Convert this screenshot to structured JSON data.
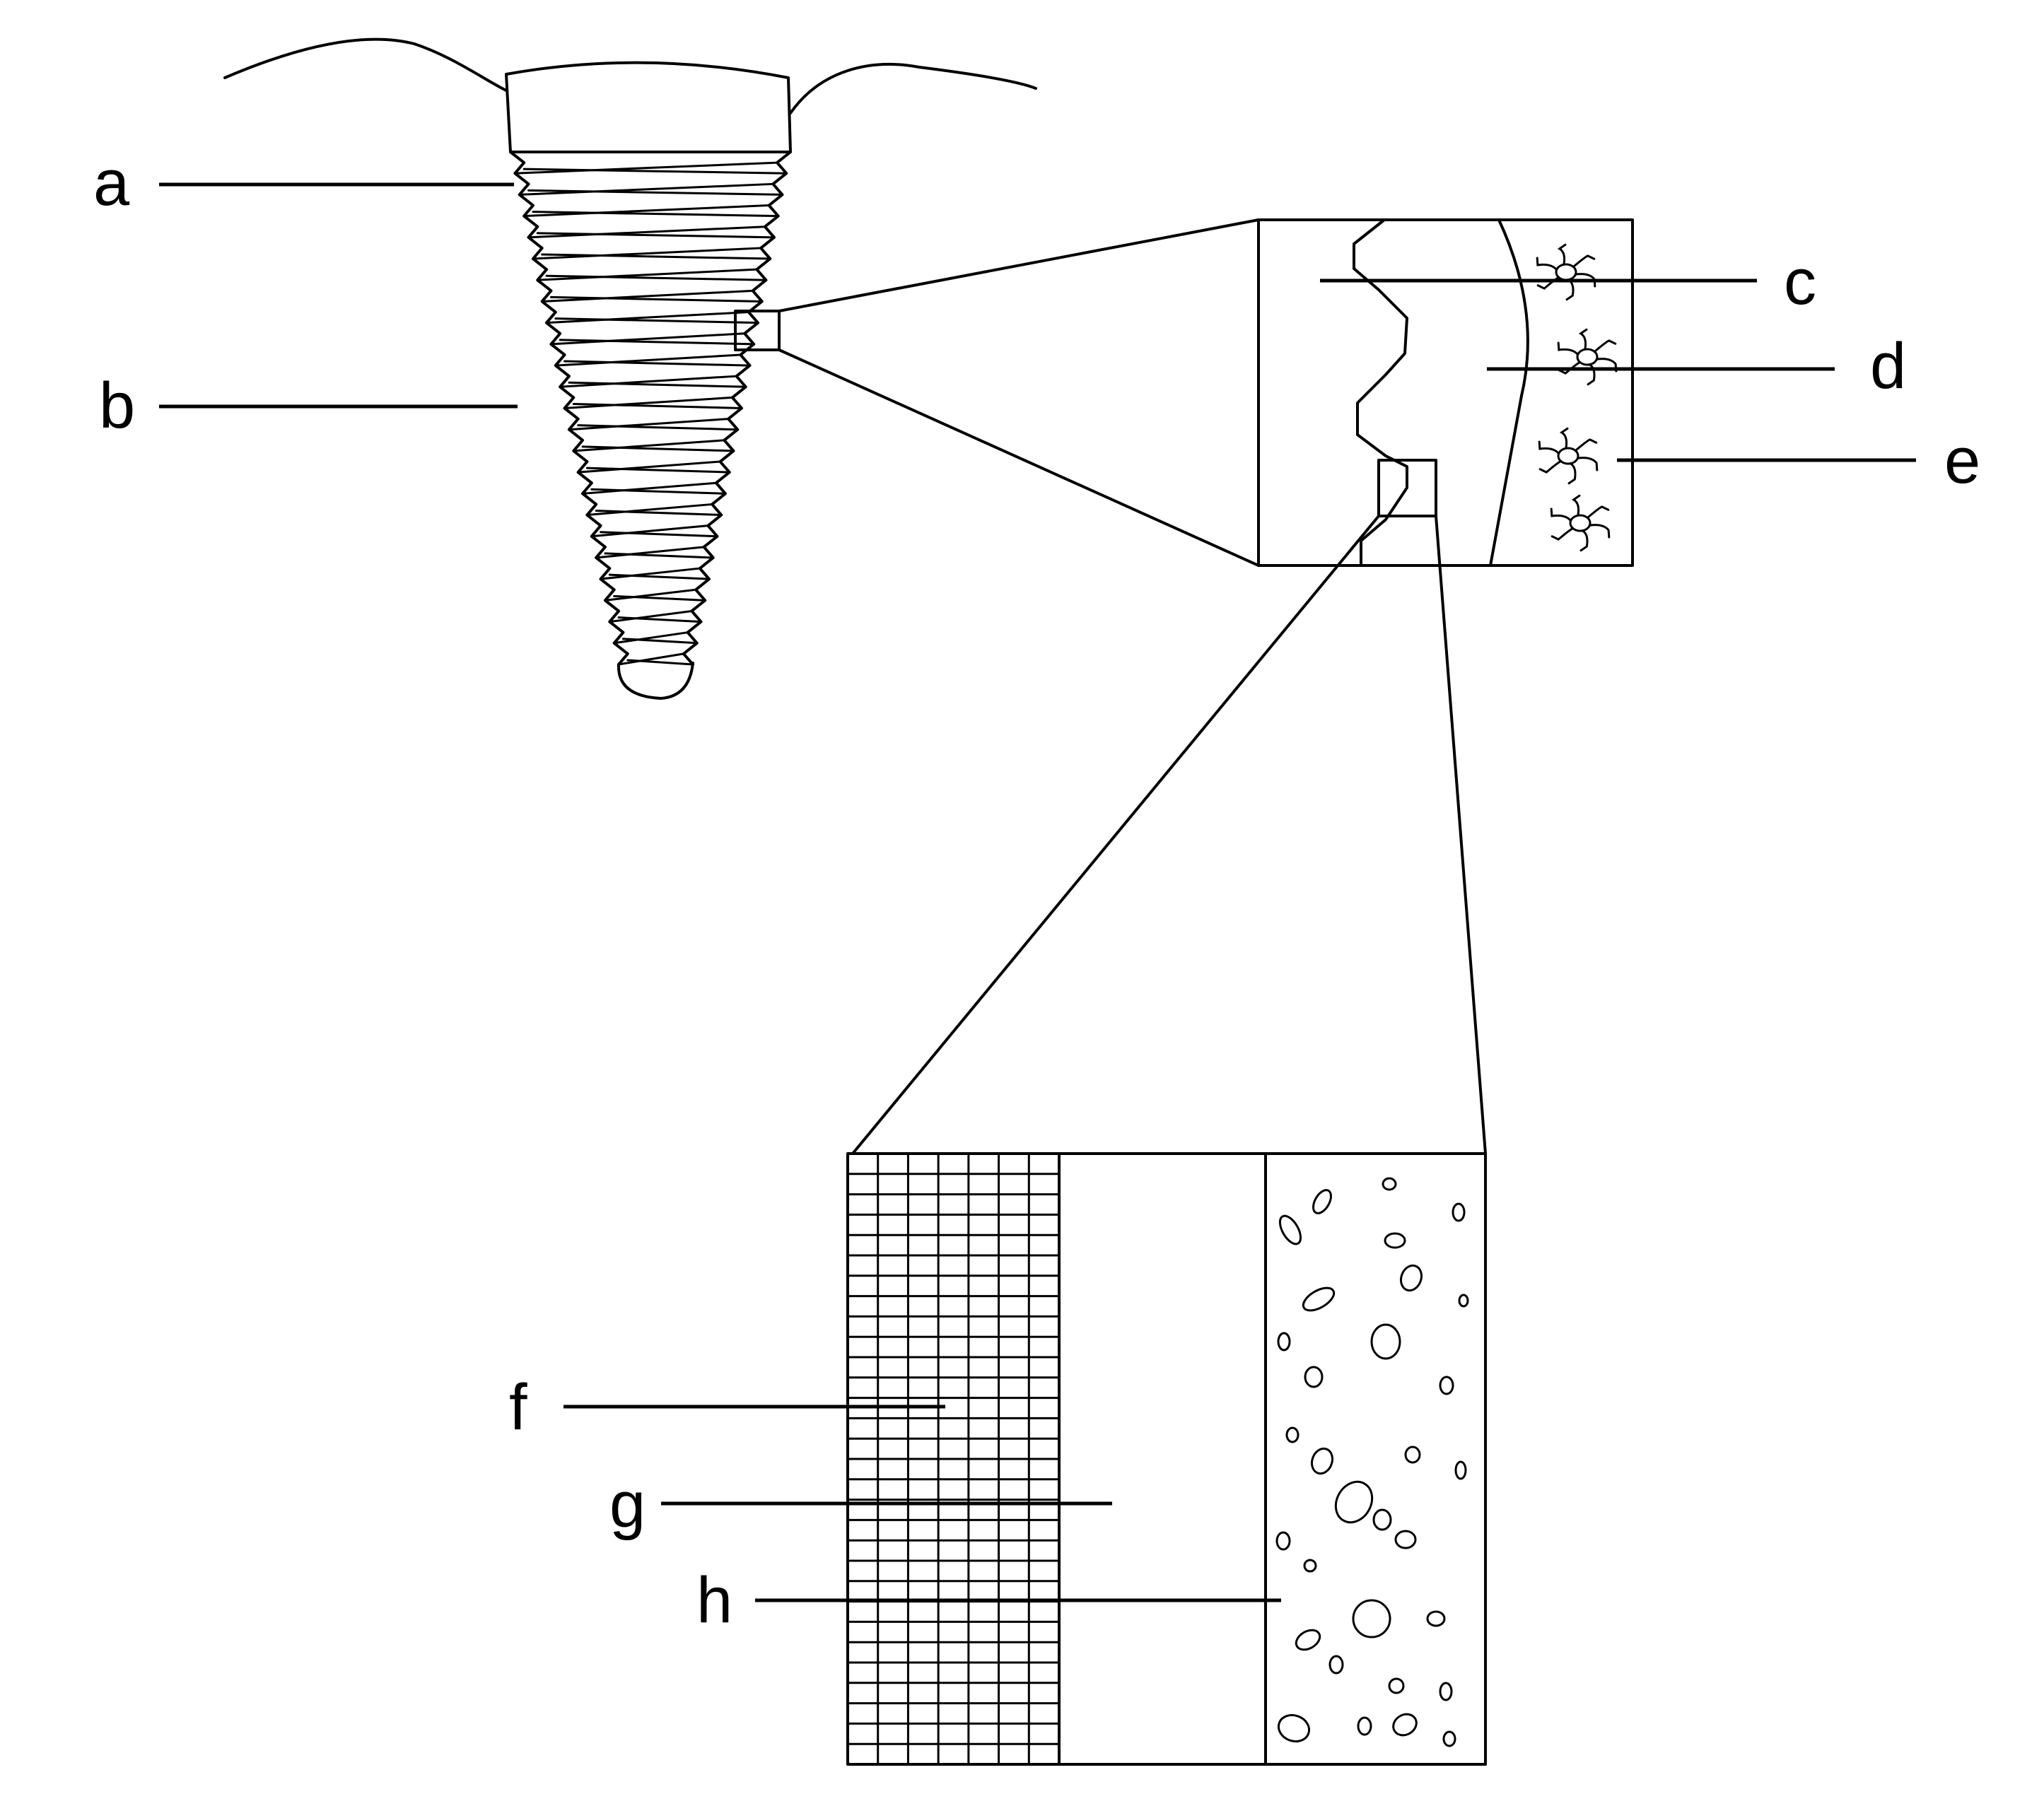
{
  "labels": {
    "a": "a",
    "b": "b",
    "c": "c",
    "d": "d",
    "e": "e",
    "f": "f",
    "g": "g",
    "h": "h"
  },
  "colors": {
    "line": "#000000",
    "background": "#ffffff"
  }
}
